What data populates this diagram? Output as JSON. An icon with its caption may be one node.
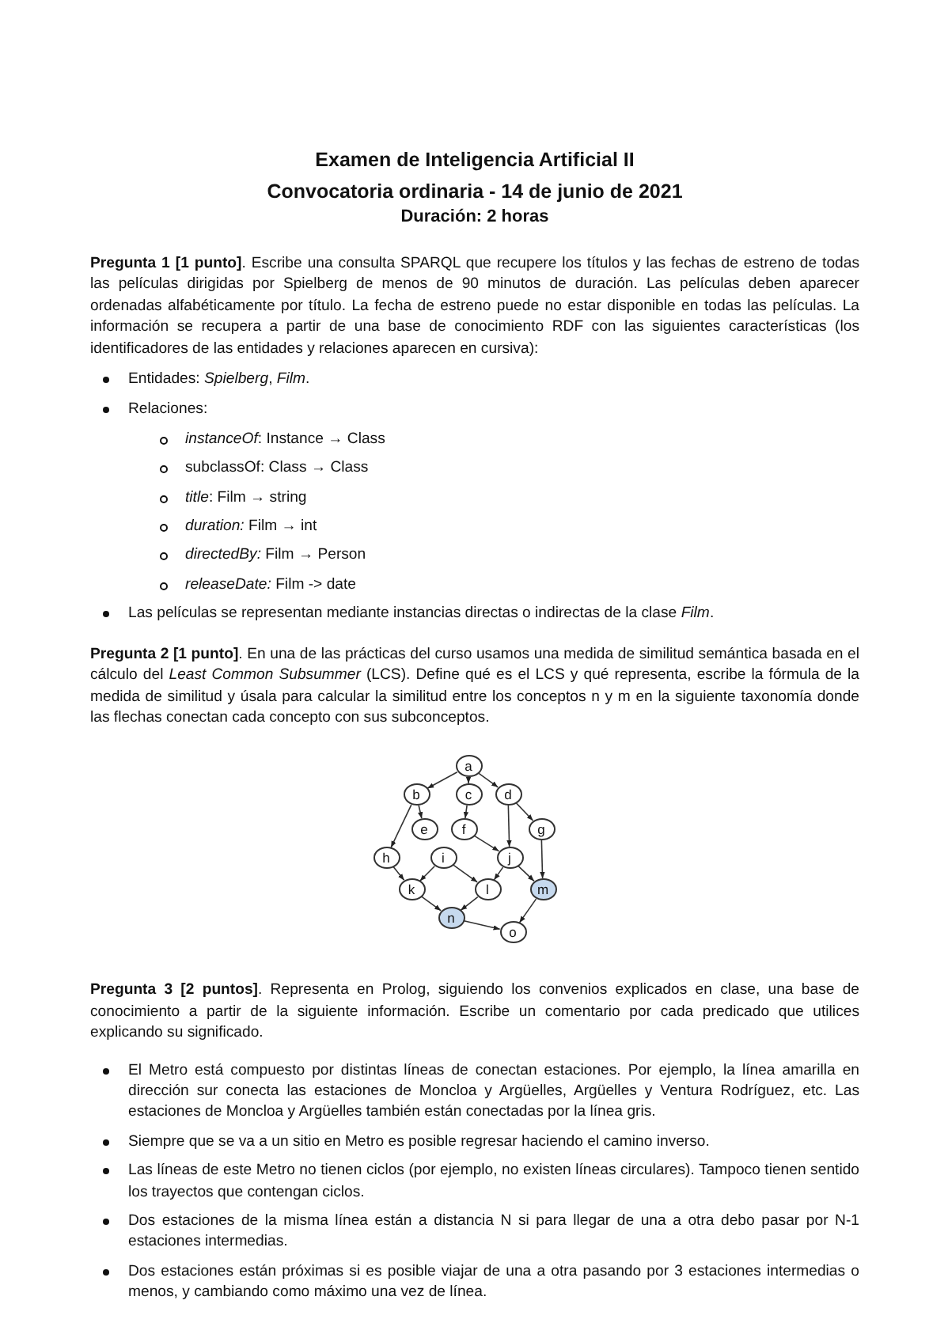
{
  "diagram": {
    "title": "Examen de Inteligencia Artificial II",
    "nodes": [
      {
        "text": [
          "a"
        ]
      },
      {
        "text": [
          "b"
        ]
      },
      {
        "text": [
          "c"
        ]
      },
      {
        "text": [
          "d"
        ]
      },
      {
        "text": [
          "e"
        ]
      },
      {
        "text": [
          "f"
        ]
      },
      {
        "text": [
          "g"
        ]
      },
      {
        "text": [
          "h"
        ]
      },
      {
        "text": [
          "i"
        ]
      },
      {
        "text": [
          "j"
        ]
      },
      {
        "text": [
          "k"
        ]
      },
      {
        "text": [
          "l"
        ]
      },
      {
        "text": [
          "m"
        ]
      },
      {
        "text": [
          "n"
        ]
      },
      {
        "text": [
          "o"
        ]
      }
    ],
    "edges": [
      {
        "from": 0,
        "to": 1,
        "arrow": "to"
      },
      {
        "from": 0,
        "to": 2,
        "arrow": "to"
      },
      {
        "from": 0,
        "to": 3,
        "arrow": "to"
      },
      {
        "from": 1,
        "to": 4,
        "arrow": "to"
      },
      {
        "from": 1,
        "to": 7,
        "arrow": "to"
      },
      {
        "from": 2,
        "to": 5,
        "arrow": "to"
      },
      {
        "from": 5,
        "to": 9,
        "arrow": "to"
      },
      {
        "from": 3,
        "to": 9,
        "arrow": "to"
      },
      {
        "from": 3,
        "to": 6,
        "arrow": "to"
      },
      {
        "from": 6,
        "to": 12,
        "arrow": "to"
      },
      {
        "from": 7,
        "to": 10,
        "arrow": "to"
      },
      {
        "from": 8,
        "to": 10,
        "arrow": "to"
      },
      {
        "from": 8,
        "to": 11,
        "arrow": "to"
      },
      {
        "from": 9,
        "to": 11,
        "arrow": "to"
      },
      {
        "from": 9,
        "to": 12,
        "arrow": "to"
      },
      {
        "from": 10,
        "to": 13,
        "arrow": "to"
      },
      {
        "from": 11,
        "to": 13,
        "arrow": "to"
      },
      {
        "from": 12,
        "to": 14,
        "arrow": "to"
      },
      {
        "from": 13,
        "to": 14,
        "arrow": "to"
      }
    ],
    "labels": [
      "Convocatoria ordinaria - 14 de junio de 2021",
      "Duración: 2 horas",
      "**Pregunta 1 [1 punto]**. Escribe una consulta SPARQL que recupere los títulos y las fechas de estreno de todas las películas dirigidas por Spielberg de menos de 90 minutos de duración. Las películas deben aparecer ordenadas alfabéticamente por título. La fecha de estreno puede no estar disponible en todas las películas. La información se recupera a partir de una base de conocimiento RDF con las siguientes características (los identificadores de las entidades y relaciones aparecen en cursiva):",
      "Entidades: *Spielberg*, *Film*.",
      "Relaciones:",
      "*instanceOf*: Instance → Class",
      "subclassOf: Class → Class",
      "*title*: Film → string",
      "*duration:* Film → int",
      "*directedBy:* Film → Person",
      "*releaseDate:* Film -> date",
      "Las películas se representan mediante instancias directas o indirectas de la clase *Film*.",
      "**Pregunta 2 [1 punto]**. En una de las prácticas del curso usamos una medida de similitud semántica basada en el cálculo del *Least Common Subsummer* (LCS). Define qué es el LCS y qué representa, escribe la fórmula de la medida de similitud y úsala para calcular la similitud entre los conceptos n y m en la siguiente taxonomía donde las flechas conectan cada concepto con sus subconceptos.",
      "**Pregunta 3 [2 puntos]**. Representa en Prolog, siguiendo los convenios explicados en clase, una base de conocimiento a partir de la siguiente información. Escribe un comentario por cada predicado que utilices explicando su significado.",
      "El Metro está compuesto por distintas líneas de conectan estaciones. Por ejemplo, la línea amarilla en dirección sur conecta las estaciones de Moncloa y Argüelles, Argüelles y Ventura Rodríguez, etc. Las estaciones de Moncloa y Argüelles también están conectadas por la línea gris.",
      "Siempre que se va a un sitio en Metro es posible regresar haciendo el camino inverso.",
      "Las líneas de este Metro no tienen ciclos (por ejemplo, no existen líneas circulares). Tampoco tienen sentido los trayectos que contengan ciclos.",
      "Dos estaciones de la misma línea están a distancia N si para llegar de una a otra debo pasar por N-1 estaciones intermedias.",
      "Dos estaciones están próximas si es posible viajar de una a otra pasando por 3 estaciones intermedias o menos, y cambiando como máximo una vez de línea."
    ]
  }
}
